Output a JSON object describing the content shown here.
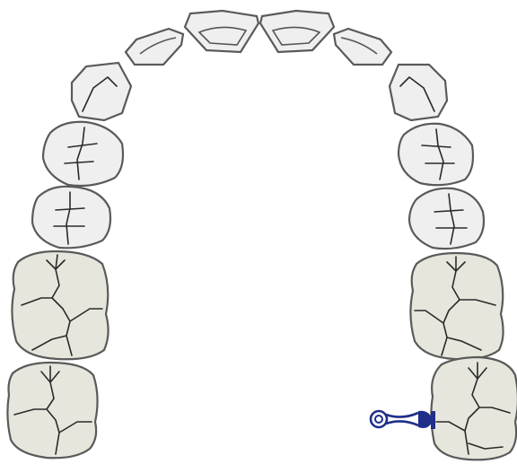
{
  "diagram": {
    "kind": "maxillary dental arch, occlusal view",
    "colors": {
      "anterior_fill": "#efefef",
      "molar_fill": "#e6e6dd",
      "outline": "#5a5a5a",
      "fissure": "#2a2a2a",
      "highlight_outline": "#6a6a6a",
      "appliance": "#1f2f8a"
    },
    "teeth": [
      {
        "id": "left-central-incisor",
        "type": "incisor"
      },
      {
        "id": "right-central-incisor",
        "type": "incisor"
      },
      {
        "id": "left-lateral-incisor",
        "type": "incisor"
      },
      {
        "id": "right-lateral-incisor",
        "type": "incisor"
      },
      {
        "id": "left-canine",
        "type": "canine"
      },
      {
        "id": "right-canine",
        "type": "canine"
      },
      {
        "id": "left-first-premolar",
        "type": "premolar"
      },
      {
        "id": "right-first-premolar",
        "type": "premolar"
      },
      {
        "id": "left-second-premolar",
        "type": "premolar"
      },
      {
        "id": "right-second-premolar",
        "type": "premolar"
      },
      {
        "id": "left-first-molar",
        "type": "molar"
      },
      {
        "id": "right-first-molar",
        "type": "molar"
      },
      {
        "id": "left-second-molar",
        "type": "molar"
      },
      {
        "id": "right-second-molar",
        "type": "molar",
        "highlighted": true
      }
    ],
    "appliance": {
      "attached_to": "right-second-molar",
      "icon": "button-hook-icon"
    }
  }
}
